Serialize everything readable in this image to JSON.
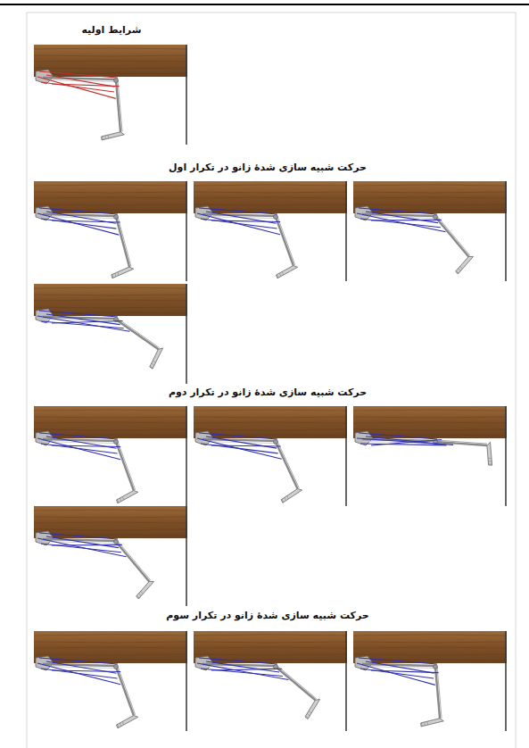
{
  "diagram": {
    "labels": [
      "شرایط اولیه",
      "حرکت شبیه سازی شدهٔ زانو در تکرار اول",
      "حرکت شبیه سازی شدهٔ زانو در تکرار دوم",
      "حرکت شبیه سازی شدهٔ زانو در تکرار سوم"
    ]
  }
}
